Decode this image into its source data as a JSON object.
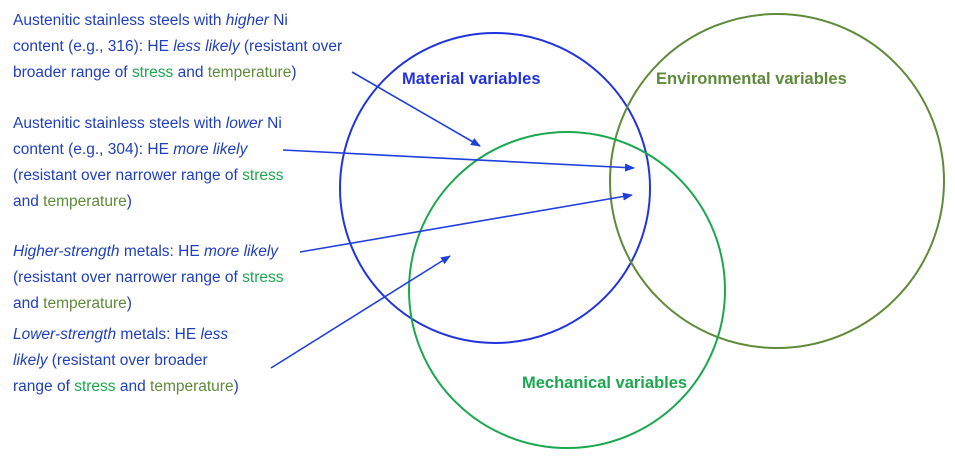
{
  "sets": {
    "material": {
      "label": "Material variables",
      "color": "#2233dd"
    },
    "environmental": {
      "label": "Environmental variables",
      "color": "#5f8a3a"
    },
    "mechanical": {
      "label": "Mechanical variables",
      "color": "#1aa84e"
    }
  },
  "notes": {
    "n1": {
      "l1a": "Austenitic stainless steels with ",
      "l1b": "higher",
      "l1c": " Ni",
      "l2a": "content (e.g., 316): HE ",
      "l2b": "less likely",
      "l2c": " (resistant over",
      "l3a": "broader range of ",
      "l3b": "stress",
      "l3c": " and ",
      "l3d": "temperature",
      "l3e": ")"
    },
    "n2": {
      "l1a": "Austenitic stainless steels with ",
      "l1b": "lower",
      "l1c": " Ni",
      "l2a": "content (e.g., 304): HE ",
      "l2b": "more likely",
      "l3a": "(resistant over narrower range of ",
      "l3b": "stress",
      "l4a": "and ",
      "l4b": "temperature",
      "l4c": ")"
    },
    "n3": {
      "l1a": "Higher-strength",
      "l1b": " metals: HE ",
      "l1c": "more likely",
      "l2a": "(resistant over narrower range of ",
      "l2b": "stress",
      "l3a": "and ",
      "l3b": "temperature",
      "l3c": ")"
    },
    "n4": {
      "l1a": "Lower-strength",
      "l1b": " metals: HE ",
      "l1c": "less",
      "l2a": "likely",
      "l2b": " (resistant over broader",
      "l3a": "range of ",
      "l3b": "stress",
      "l3c": " and ",
      "l3d": "temperature",
      "l3e": ")"
    }
  },
  "colors": {
    "text": "#1f3fbf",
    "stress": "#1aa84e",
    "temperature": "#5f8a3a",
    "arrow": "#1f3fdd"
  }
}
